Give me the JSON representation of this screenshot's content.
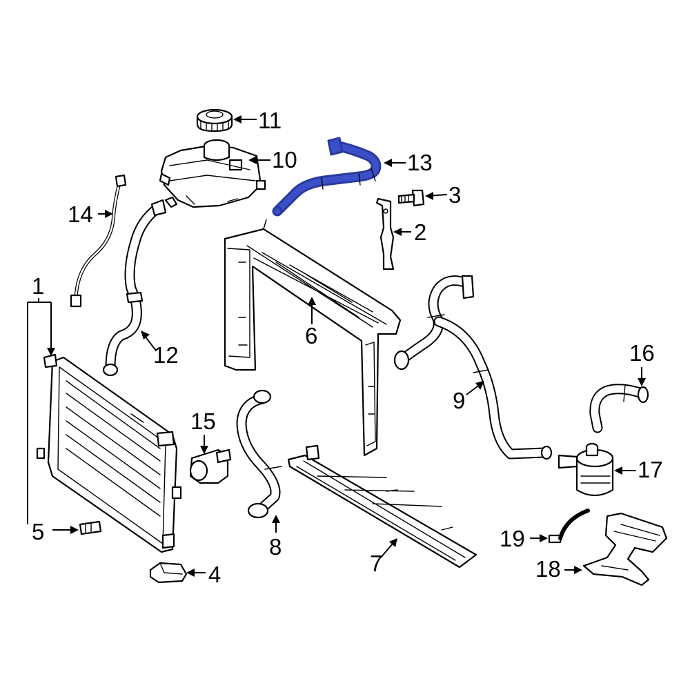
{
  "diagram": {
    "highlight_color": "#2a3a9c",
    "highlighted_part": "13",
    "callouts": [
      {
        "id": "c1",
        "label": "1"
      },
      {
        "id": "c2",
        "label": "2"
      },
      {
        "id": "c3",
        "label": "3"
      },
      {
        "id": "c4",
        "label": "4"
      },
      {
        "id": "c5",
        "label": "5"
      },
      {
        "id": "c6",
        "label": "6"
      },
      {
        "id": "c7",
        "label": "7"
      },
      {
        "id": "c8",
        "label": "8"
      },
      {
        "id": "c9",
        "label": "9"
      },
      {
        "id": "c10",
        "label": "10"
      },
      {
        "id": "c11",
        "label": "11"
      },
      {
        "id": "c12",
        "label": "12"
      },
      {
        "id": "c13",
        "label": "13"
      },
      {
        "id": "c14",
        "label": "14"
      },
      {
        "id": "c15",
        "label": "15"
      },
      {
        "id": "c16",
        "label": "16"
      },
      {
        "id": "c17",
        "label": "17"
      },
      {
        "id": "c18",
        "label": "18"
      },
      {
        "id": "c19",
        "label": "19"
      }
    ]
  }
}
